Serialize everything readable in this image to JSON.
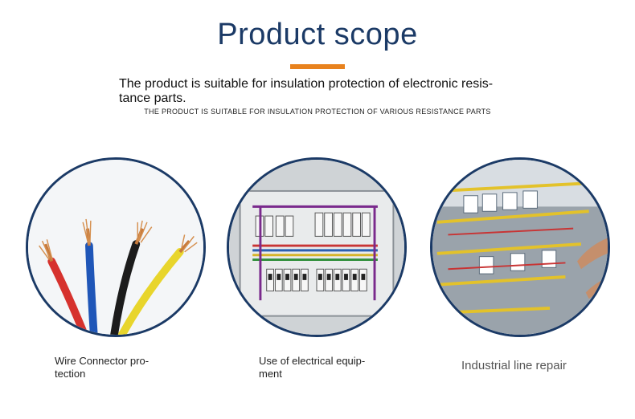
{
  "header": {
    "title": "Product scope",
    "description": "The product is suitable for insulation protection of electronic resis- tance parts.",
    "description_caps": "THE PRODUCT IS SUITABLE FOR INSULATION PROTECTION OF VARIOUS RESISTANCE PARTS",
    "accent_color": "#e8821e",
    "title_color": "#1b3a66"
  },
  "items": [
    {
      "caption": "Wire Connector pro- tection",
      "image": "colored-wires-photo"
    },
    {
      "caption": "Use of electrical equip- ment",
      "image": "distribution-panel-photo"
    },
    {
      "caption": "Industrial line repair",
      "image": "control-cabinet-repair-photo"
    }
  ]
}
